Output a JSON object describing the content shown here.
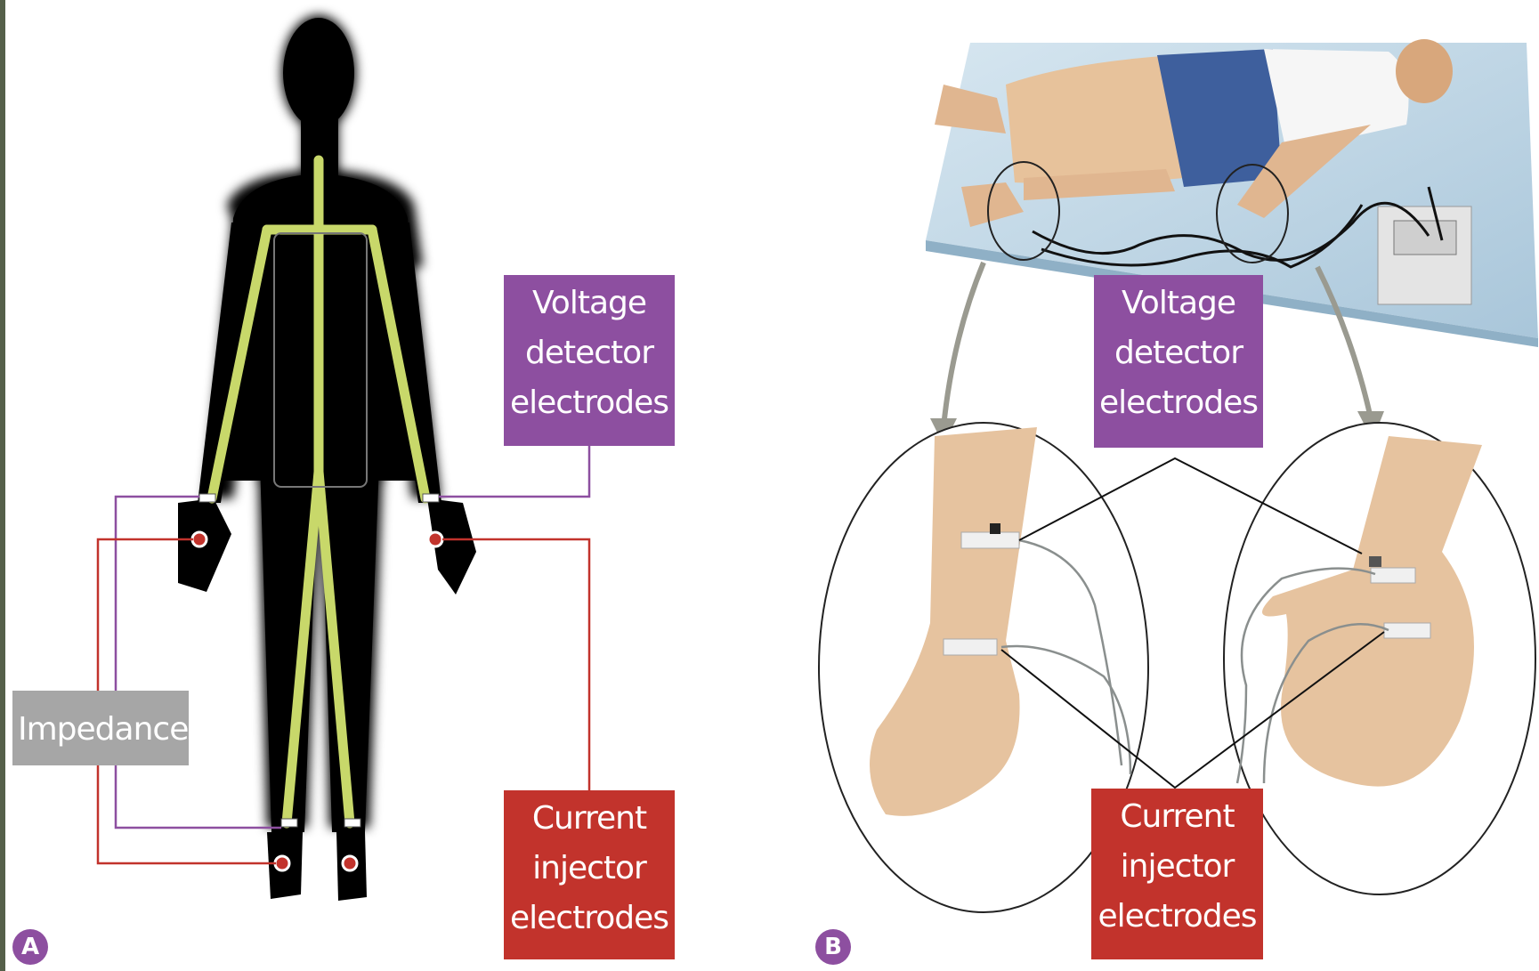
{
  "panel_a": {
    "letter": "A",
    "voltage_label": [
      "Voltage",
      "detector",
      "electrodes"
    ],
    "current_label": [
      "Current",
      "injector",
      "electrodes"
    ],
    "impedance_label": "Impedance"
  },
  "panel_b": {
    "letter": "B",
    "voltage_label": [
      "Voltage",
      "detector",
      "electrodes"
    ],
    "current_label": [
      "Current",
      "injector",
      "electrodes"
    ]
  },
  "colors": {
    "voltage": "#8d4fa0",
    "current": "#c2332c",
    "impedance": "#a6a6a6",
    "skeleton": "#c8d86a",
    "body": "#000000"
  }
}
